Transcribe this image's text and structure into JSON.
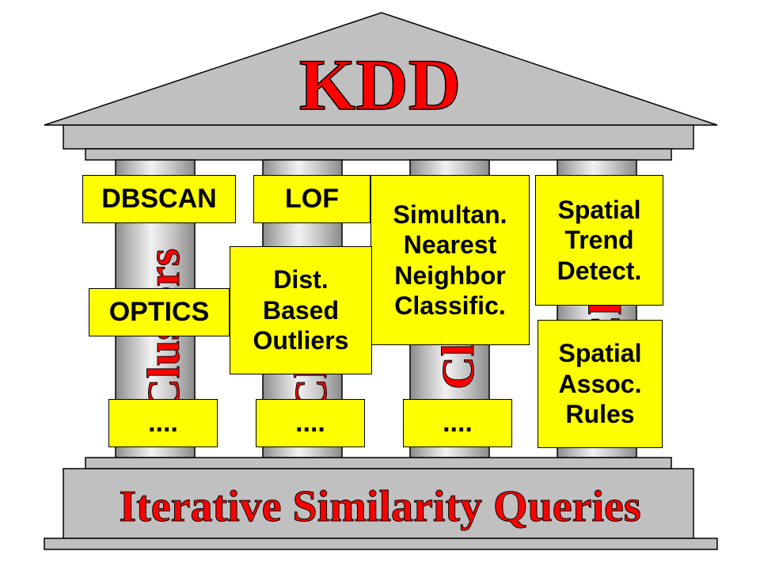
{
  "title": "KDD",
  "foundation": "Iterative Similarity Queries",
  "pillar_labels": [
    "Clusters",
    "Clusters",
    "Clust",
    "Ch"
  ],
  "boxes": {
    "dbscan": "DBSCAN",
    "lof": "LOF",
    "simultan": "Simultan.\nNearest\nNeighbor\nClassific.",
    "spatial_trend": "Spatial\nTrend\nDetect.",
    "dist_outliers": "Dist.\nBased\nOutliers",
    "optics": "OPTICS",
    "spatial_assoc": "Spatial\nAssoc.\nRules",
    "dots1": "....",
    "dots2": "....",
    "dots3": "...."
  },
  "colors": {
    "title": "#ff0000",
    "foundation_text": "#ff0000",
    "box_fill": "#ffff00",
    "structure": "#c0c0c0",
    "pillar_label": "#ff0000"
  }
}
